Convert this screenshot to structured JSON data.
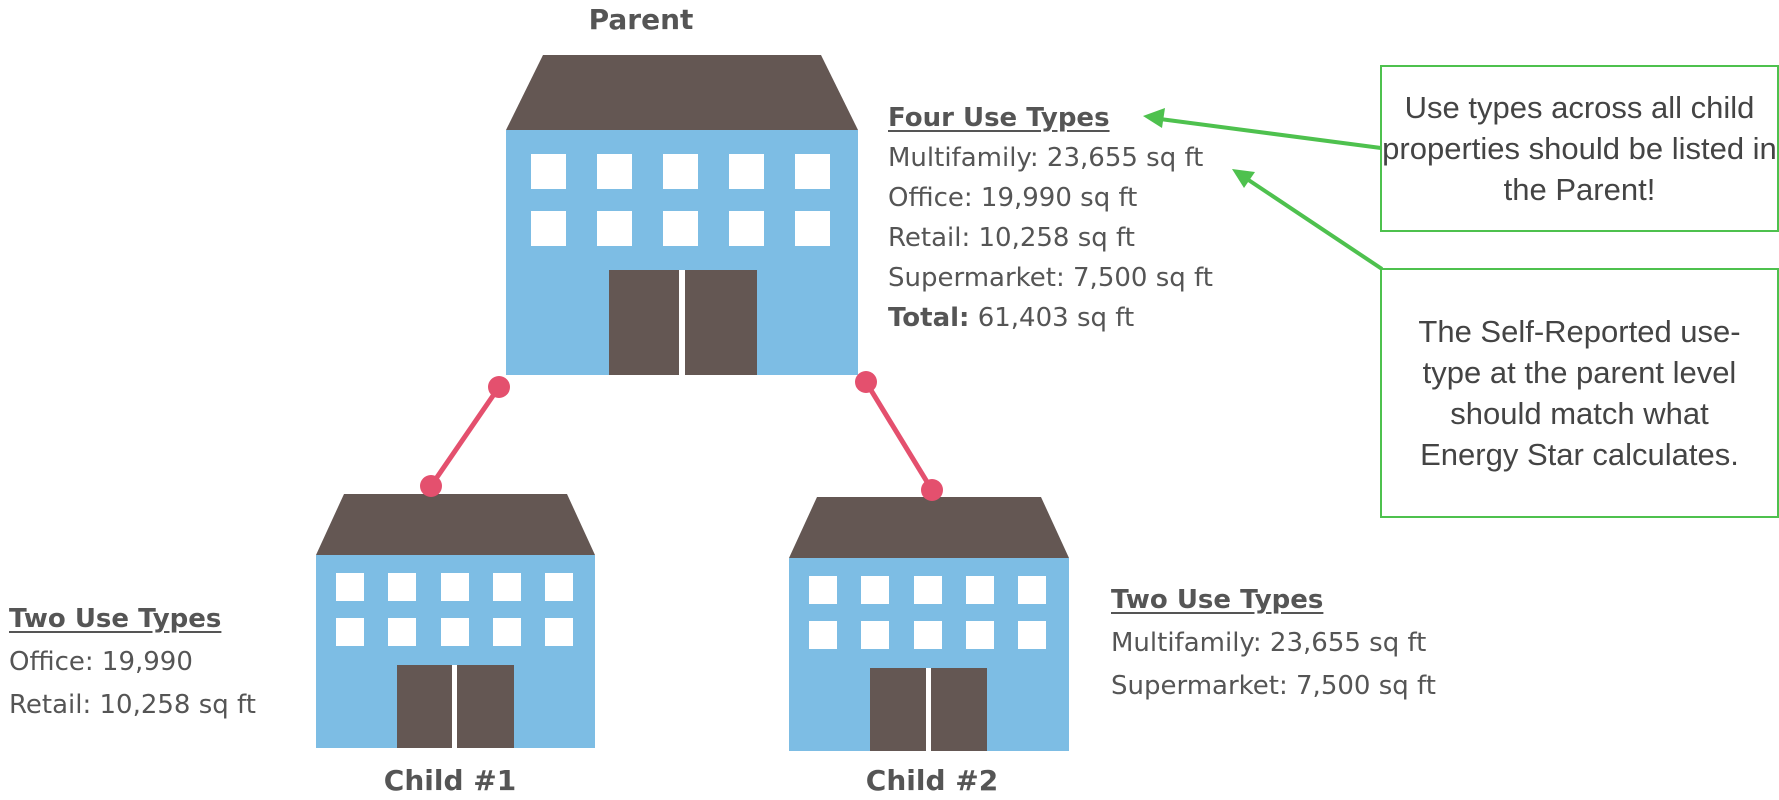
{
  "parent": {
    "title": "Parent",
    "uses": {
      "heading": "Four Use Types",
      "rows": [
        {
          "label": "",
          "text": "Multifamily: 23,655 sq ft"
        },
        {
          "label": "",
          "text": "Office: 19,990 sq ft"
        },
        {
          "label": "",
          "text": "Retail: 10,258 sq ft"
        },
        {
          "label": "",
          "text": "Supermarket: 7,500 sq ft"
        },
        {
          "label": "Total:",
          "text": " 61,403 sq ft"
        }
      ]
    }
  },
  "child1": {
    "title": "Child #1",
    "uses": {
      "heading": "Two Use Types",
      "rows": [
        {
          "text": "Office: 19,990"
        },
        {
          "text": "Retail: 10,258 sq ft"
        }
      ]
    }
  },
  "child2": {
    "title": "Child #2",
    "uses": {
      "heading": "Two Use Types",
      "rows": [
        {
          "text": "Multifamily: 23,655 sq ft"
        },
        {
          "text": "Supermarket: 7,500 sq ft"
        }
      ]
    }
  },
  "notes": {
    "note1": "Use types across all child properties should be listed in the Parent!",
    "note2": "The Self-Reported use-type at the parent level should match what Energy Star calculates."
  },
  "colors": {
    "roof": "#645753",
    "wall": "#7dbde4",
    "window": "#ffffff",
    "door": "#645753",
    "connector": "#e4506e",
    "arrow": "#4ec14e"
  }
}
